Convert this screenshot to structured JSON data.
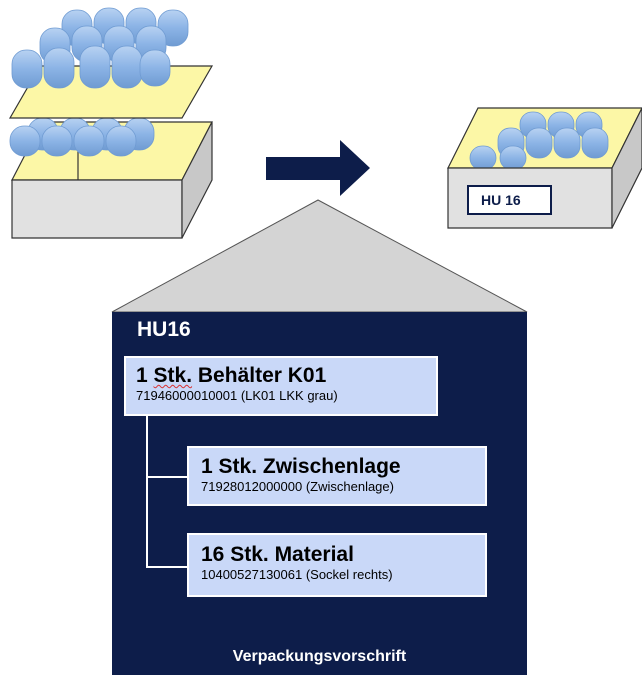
{
  "handling_unit": {
    "title": "HU16",
    "label_on_box": "HU 16",
    "items": [
      {
        "qty": "1",
        "unit_word": "Stk.",
        "name": "Behälter K01",
        "code": "71946000010001 (LK01 LKK grau)"
      },
      {
        "qty": "1",
        "unit_word": "Stk.",
        "name": "Zwischenlage",
        "code": "71928012000000 (Zwischenlage)"
      },
      {
        "qty": "16",
        "unit_word": "Stk.",
        "name": "Material",
        "code": "10400527130061 (Sockel rechts)"
      }
    ]
  },
  "footer": "Verpackungsvorschrift",
  "colors": {
    "panel": "#0d1d4a",
    "item_box": "#c9d8f8",
    "layer_sheet": "#fcf7a6",
    "container": "#e1e1e1",
    "roll": "#8cb4e6",
    "arrow": "#0d1d4a"
  },
  "icons": [
    "stack-of-rolls-icon",
    "arrow-right-icon",
    "packed-container-icon"
  ]
}
